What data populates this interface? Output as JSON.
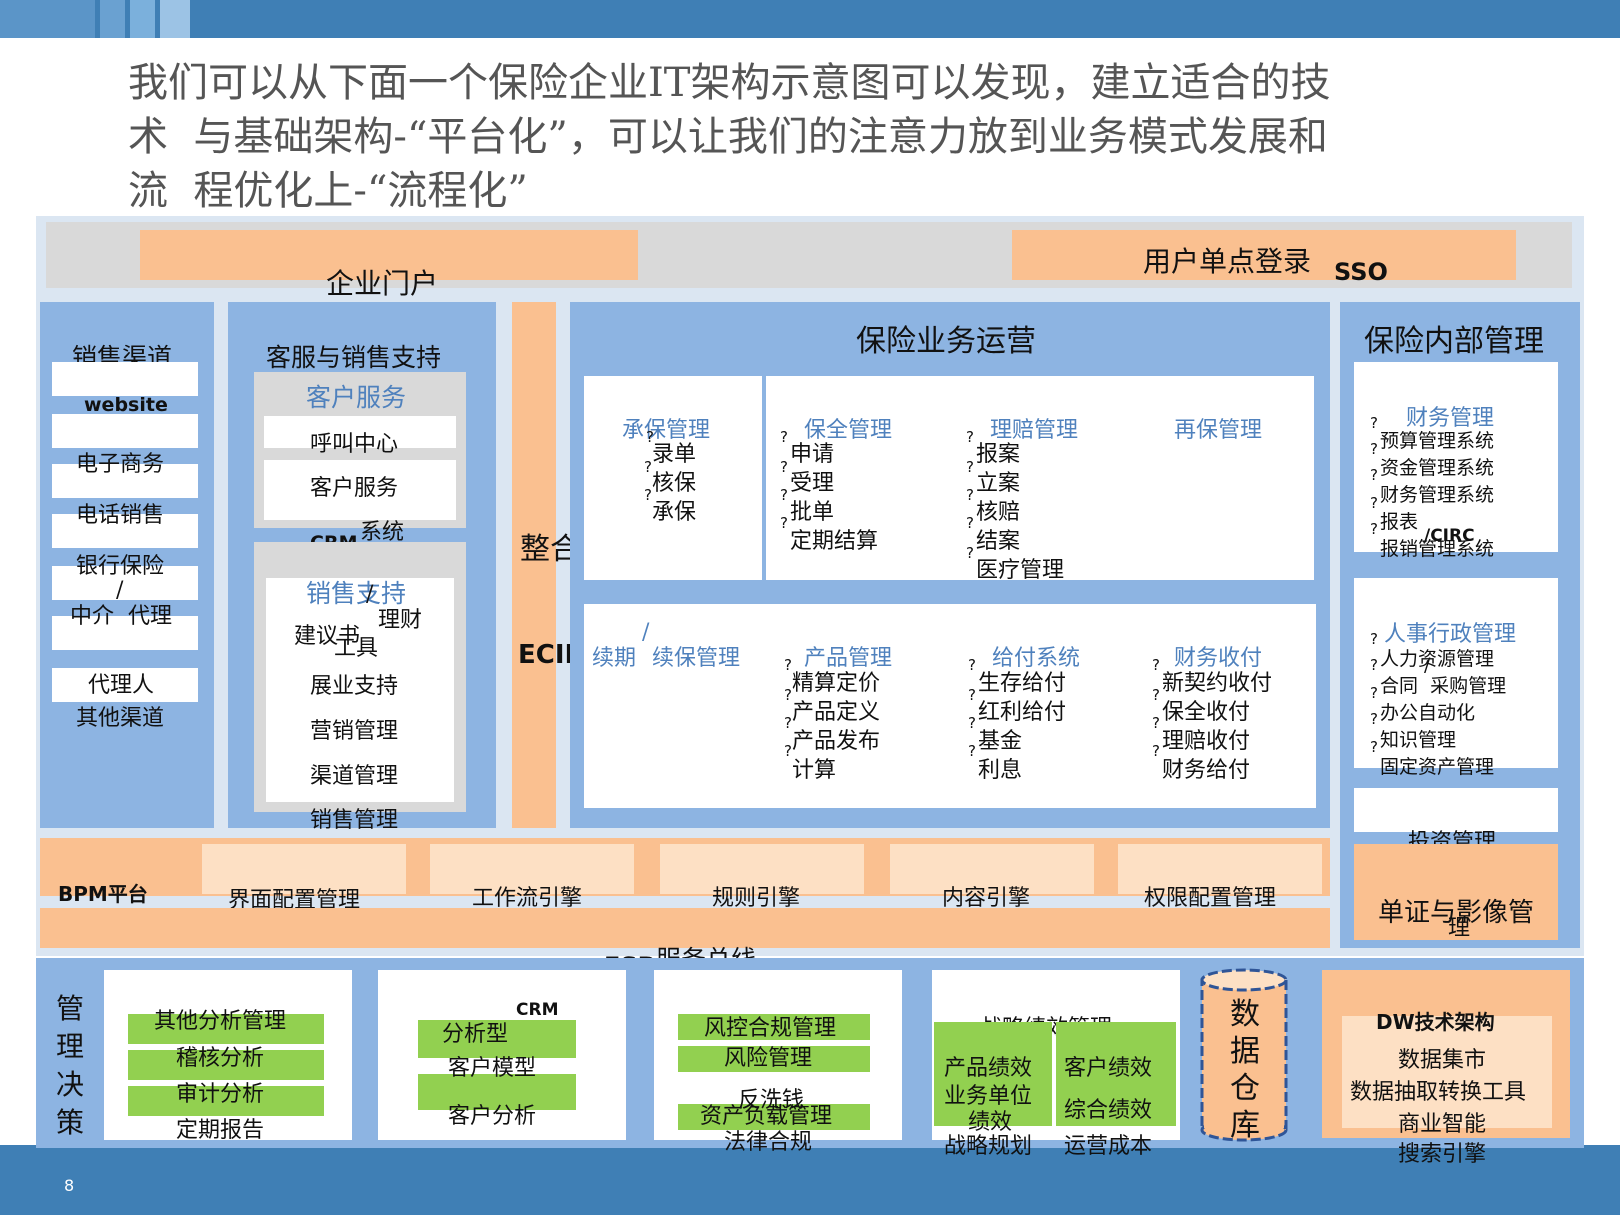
{
  "page_number": "8",
  "headline": {
    "line1": "我们可以从下面一个保险企业IT架构示意图可以发现，建立适合的技",
    "line2": "术  与基础架构-“平台化”，可以让我们的注意力放到业务模式发展和",
    "line3": "流  程优化上-“流程化”"
  },
  "top_row": {
    "portal": "企业门户",
    "sso": "用户单点登录",
    "sso_suffix": "SSO"
  },
  "sales_channels": {
    "title": "销售渠道",
    "items": [
      "website",
      "电子商务",
      "电话销售",
      "银行保险",
      "中介",
      "代理",
      "代理人",
      "其他渠道"
    ],
    "slash": "/"
  },
  "crm_support": {
    "title": "客服与销售支持",
    "customer_service": {
      "title": "客户服务",
      "items": [
        "呼叫中心",
        "客户服务"
      ]
    },
    "crm": "CRM",
    "crm_suffix": "系统",
    "sales_support": {
      "title": "销售支持",
      "slash": "/",
      "proposal_a": "建议书",
      "proposal_b": "理财",
      "proposal_c": "工具",
      "items": [
        "展业支持",
        "营销管理",
        "渠道管理",
        "销售管理"
      ]
    }
  },
  "ecif": {
    "label_top": "整合的",
    "label_bottom": "ECIF"
  },
  "operations": {
    "title": "保险业务运营",
    "underwriting": {
      "title": "承保管理",
      "items": [
        "录单",
        "核保",
        "承保"
      ]
    },
    "preservation": {
      "title": "保全管理",
      "items": [
        "申请",
        "受理",
        "批单",
        "定期结算"
      ]
    },
    "claims": {
      "title": "理赔管理",
      "items": [
        "报案",
        "立案",
        "核赔",
        "结案",
        "医疗管理"
      ]
    },
    "reinsurance": {
      "title": "再保管理"
    },
    "renewal": {
      "title_a": "续期",
      "slash": "/",
      "title_b": "续保管理"
    },
    "product": {
      "title": "产品管理",
      "items": [
        "精算定价",
        "产品定义",
        "产品发布",
        "计算"
      ]
    },
    "payment": {
      "title": "给付系统",
      "items": [
        "生存给付",
        "红利给付",
        "基金",
        "利息"
      ]
    },
    "finance_collect": {
      "title": "财务收付",
      "items": [
        "新契约收付",
        "保全收付",
        "理赔收付",
        "财务给付"
      ]
    },
    "bullet": "?"
  },
  "internal": {
    "title": "保险内部管理",
    "finance": {
      "title": "财务管理",
      "items": [
        "预算管理系统",
        "资金管理系统",
        "财务管理系统",
        "报表",
        "报销管理系统"
      ],
      "circ": "/CIRC"
    },
    "hr": {
      "title": "人事行政管理",
      "items": [
        "人力资源管理",
        "合同",
        "采购管理",
        "办公自动化",
        "知识管理",
        "固定资产管理"
      ],
      "slash": "/"
    },
    "invest": "投资管理",
    "imaging": {
      "a": "单证与影像管",
      "b": "理"
    }
  },
  "bpm": {
    "label": "BPM平台",
    "items": [
      "界面配置管理",
      "工作流引擎",
      "规则引擎",
      "内容引擎",
      "权限配置管理"
    ]
  },
  "esb": {
    "prefix": "ESB",
    "label": "服务总线"
  },
  "decision": {
    "title": [
      "管",
      "理",
      "决",
      "策"
    ],
    "analysis": [
      "其他分析管理",
      "稽核分析",
      "审计分析",
      "定期报告"
    ],
    "crm_analysis": {
      "a": "分析型",
      "crm": "CRM",
      "b": "客户模型",
      "c": "客户分析"
    },
    "risk": [
      "风控合规管理",
      "风险管理",
      "反洗钱",
      "资产负载管理",
      "法律合规"
    ],
    "strategy": {
      "title": "战略绩效管理",
      "items": [
        "产品绩效",
        "客户绩效",
        "业务单位",
        "综合绩效",
        "绩效",
        "战略规划",
        "运营成本"
      ]
    },
    "warehouse": [
      "数",
      "据",
      "仓",
      "库"
    ],
    "dw": {
      "title": "DW技术架构",
      "items": [
        "数据集市",
        "数据抽取转换工具",
        "商业智能",
        "搜索引擎"
      ]
    }
  },
  "colors": {
    "blue_panel": "#8db4e2",
    "orange": "#fac090",
    "green": "#92d050",
    "header_blue": "#3f7fb5",
    "title_blue": "#4f81bd"
  }
}
